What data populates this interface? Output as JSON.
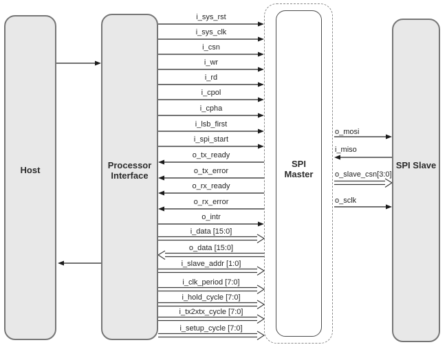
{
  "blocks": {
    "host": {
      "label": "Host"
    },
    "processor": {
      "line1": "Processor",
      "line2": "Interface"
    },
    "spi_master": {
      "line1": "SPI",
      "line2": "Master"
    },
    "spi_slave": {
      "label": "SPI Slave"
    }
  },
  "left_signals": [
    {
      "name": "i_sys_rst",
      "direction": "to-master",
      "type": "single"
    },
    {
      "name": "i_sys_clk",
      "direction": "to-master",
      "type": "single"
    },
    {
      "name": "i_csn",
      "direction": "to-master",
      "type": "single"
    },
    {
      "name": "i_wr",
      "direction": "to-master",
      "type": "single"
    },
    {
      "name": "i_rd",
      "direction": "to-master",
      "type": "single"
    },
    {
      "name": "i_cpol",
      "direction": "to-master",
      "type": "single"
    },
    {
      "name": "i_cpha",
      "direction": "to-master",
      "type": "single"
    },
    {
      "name": "i_lsb_first",
      "direction": "to-master",
      "type": "single"
    },
    {
      "name": "i_spi_start",
      "direction": "to-master",
      "type": "single"
    },
    {
      "name": "o_tx_ready",
      "direction": "to-processor",
      "type": "single"
    },
    {
      "name": "o_tx_error",
      "direction": "to-processor",
      "type": "single"
    },
    {
      "name": "o_rx_ready",
      "direction": "to-processor",
      "type": "single"
    },
    {
      "name": "o_rx_error",
      "direction": "to-processor",
      "type": "single"
    },
    {
      "name": "o_intr",
      "direction": "to-master",
      "type": "single"
    },
    {
      "name": "i_data [15:0]",
      "direction": "to-master",
      "type": "bus"
    },
    {
      "name": "o_data [15:0]",
      "direction": "to-processor",
      "type": "bus"
    },
    {
      "name": "i_slave_addr [1:0]",
      "direction": "to-master",
      "type": "bus"
    },
    {
      "name": "i_clk_period [7:0]",
      "direction": "to-master",
      "type": "bus"
    },
    {
      "name": "i_hold_cycle [7:0]",
      "direction": "to-master",
      "type": "bus"
    },
    {
      "name": "i_tx2xtx_cycle [7:0]",
      "direction": "to-master",
      "type": "bus"
    },
    {
      "name": "i_setup_cycle [7:0]",
      "direction": "to-master",
      "type": "bus"
    }
  ],
  "right_signals": [
    {
      "name": "o_mosi",
      "direction": "to-slave",
      "type": "single"
    },
    {
      "name": "i_miso",
      "direction": "to-master",
      "type": "single"
    },
    {
      "name": "o_slave_csn[3:0]",
      "direction": "to-slave",
      "type": "bus"
    },
    {
      "name": "o_sclk",
      "direction": "to-slave",
      "type": "single"
    }
  ],
  "colors": {
    "block_fill": "#e8e8e8",
    "block_border": "#757575",
    "arrow": "#1c1c1c",
    "background": "#ffffff"
  }
}
